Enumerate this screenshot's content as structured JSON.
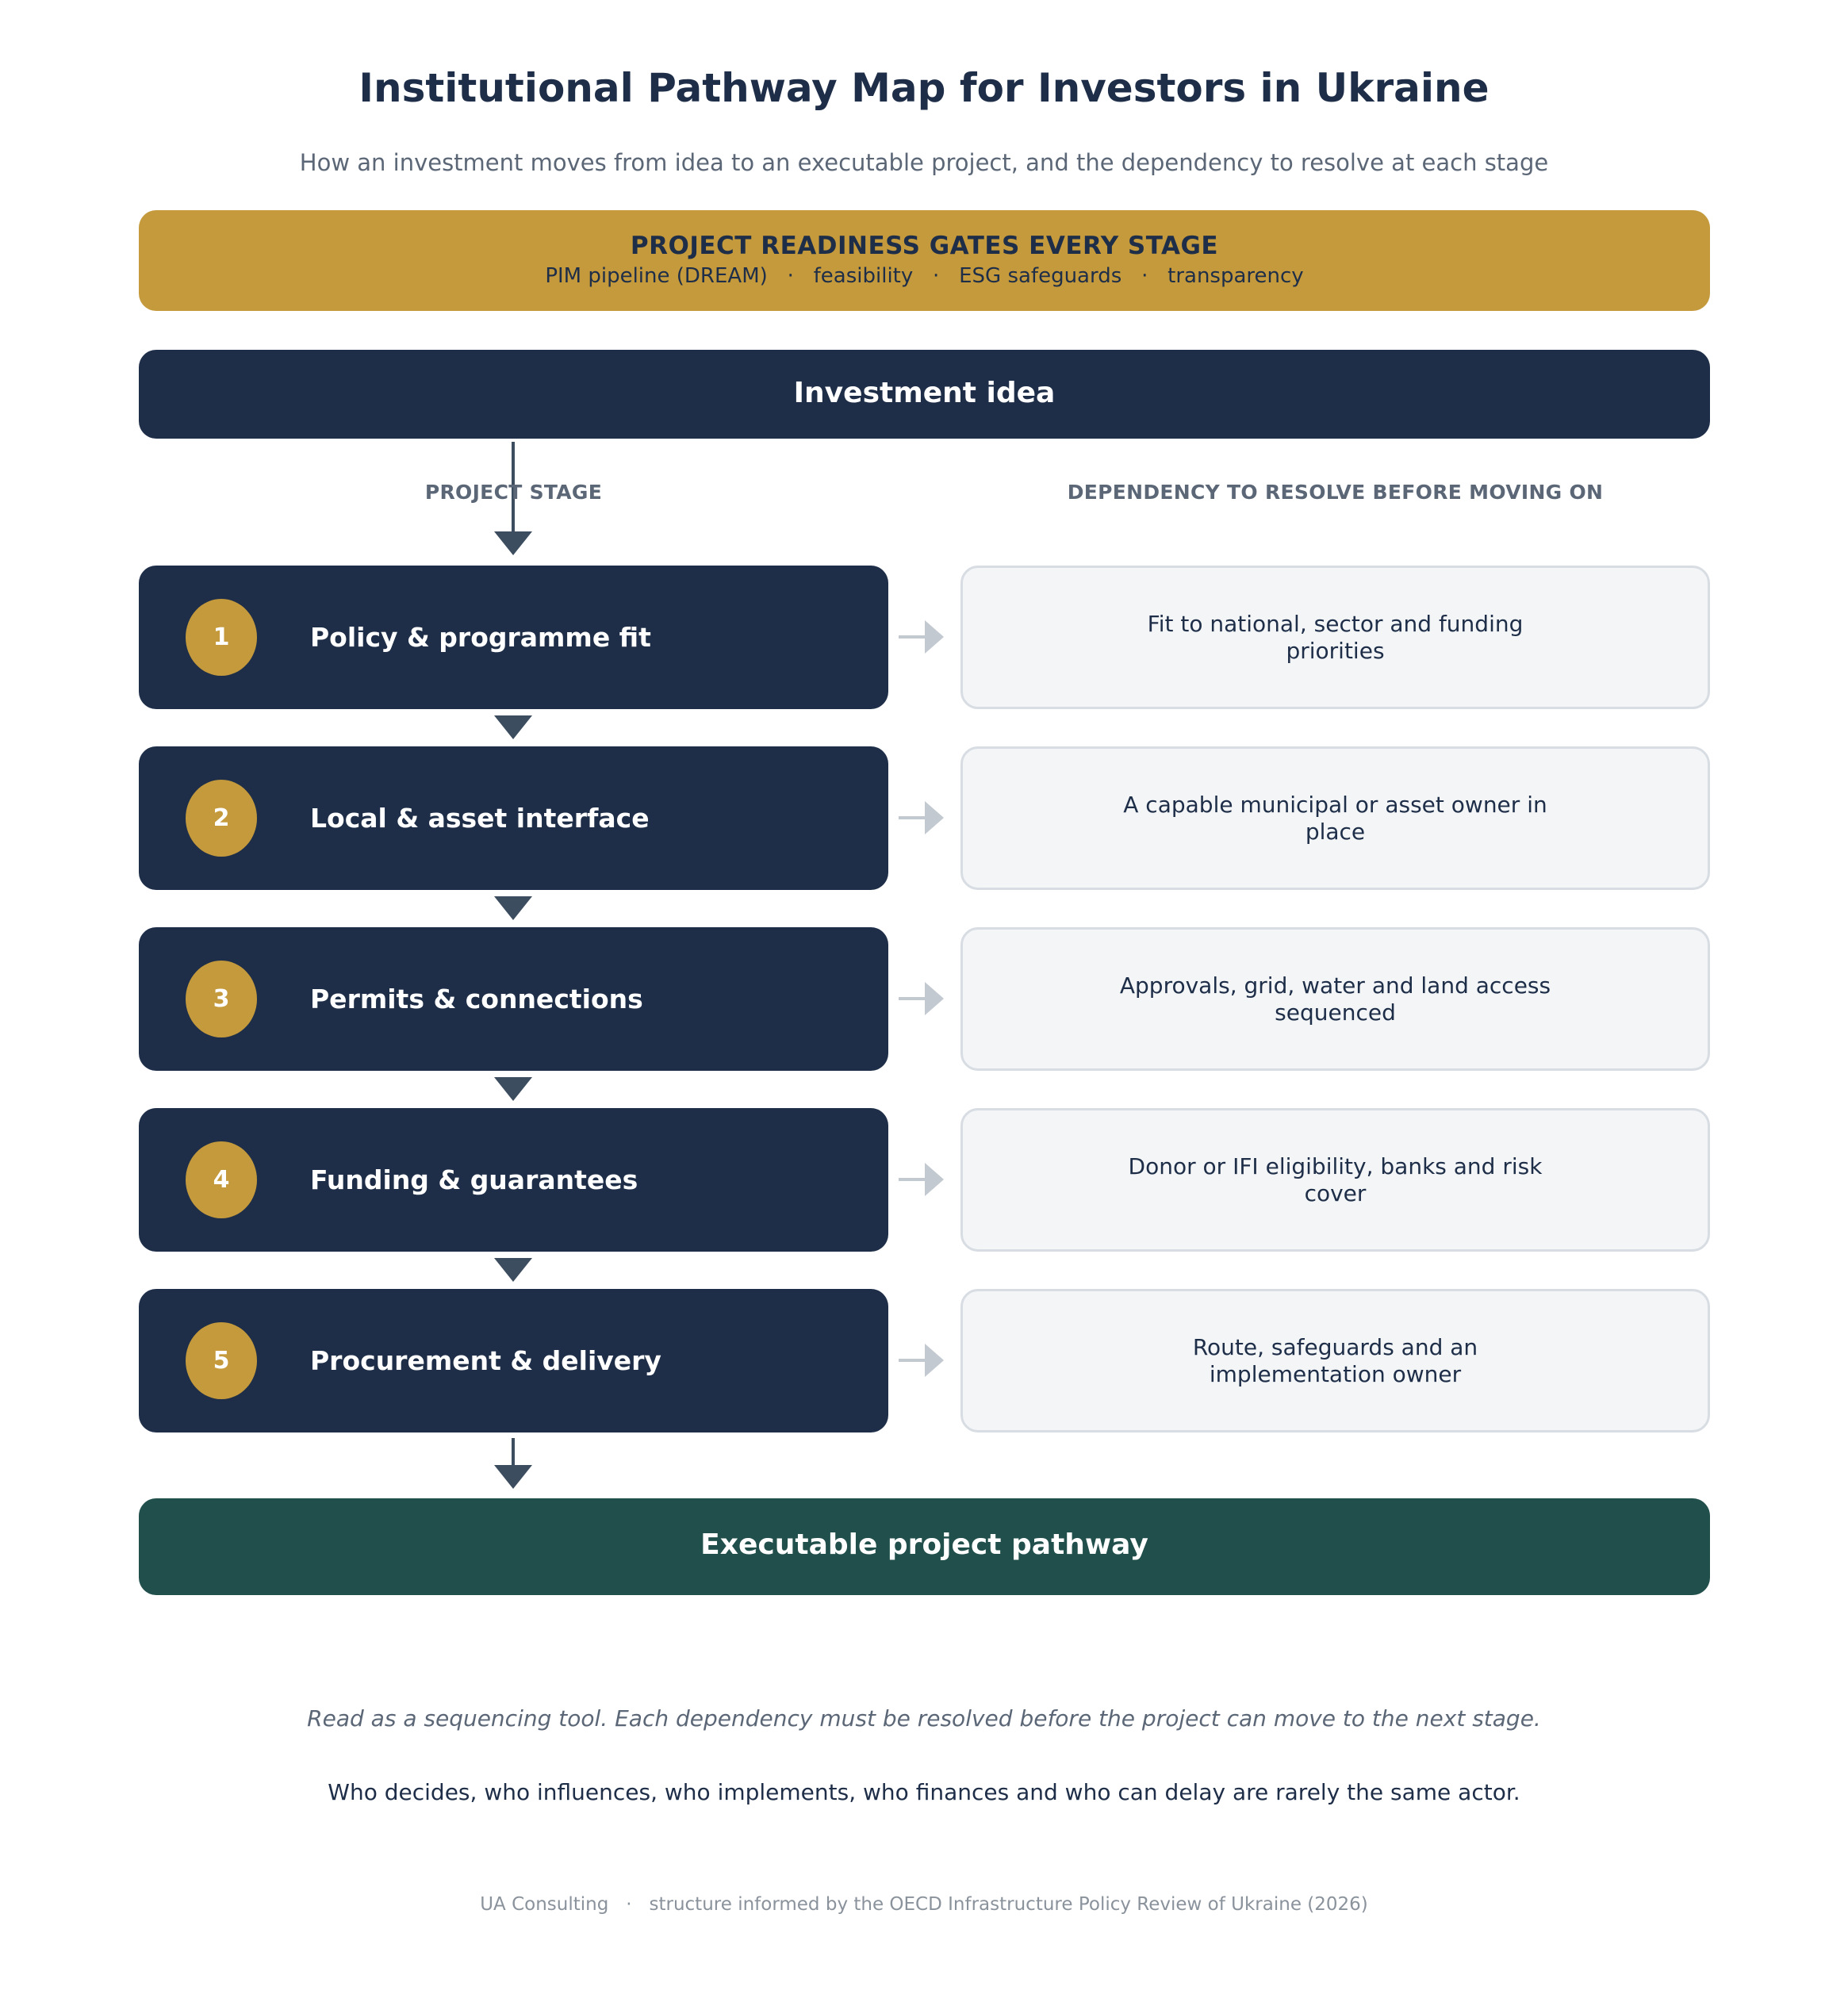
{
  "header": {
    "title": "Institutional Pathway Map for Investors in Ukraine",
    "subtitle": "How an investment moves from idea to an executable project, and the dependency to resolve at each stage"
  },
  "gate": {
    "title": "PROJECT READINESS GATES EVERY STAGE",
    "items": [
      "PIM pipeline (DREAM)",
      "feasibility",
      "ESG safeguards",
      "transparency"
    ],
    "separator": "·"
  },
  "start": {
    "label": "Investment idea"
  },
  "columns": {
    "stage": "PROJECT STAGE",
    "dependency": "DEPENDENCY TO RESOLVE BEFORE MOVING ON"
  },
  "stages": [
    {
      "number": "1",
      "label": "Policy & programme fit",
      "dependency": "Fit to national, sector and funding priorities"
    },
    {
      "number": "2",
      "label": "Local & asset interface",
      "dependency": "A capable municipal or asset owner in place"
    },
    {
      "number": "3",
      "label": "Permits & connections",
      "dependency": "Approvals, grid, water and land access sequenced"
    },
    {
      "number": "4",
      "label": "Funding & guarantees",
      "dependency": "Donor or IFI eligibility, banks and risk cover"
    },
    {
      "number": "5",
      "label": "Procurement & delivery",
      "dependency": "Route, safeguards and an implementation owner"
    }
  ],
  "result": {
    "label": "Executable project pathway"
  },
  "notes": {
    "sequencing": "Read as a sequencing tool. Each dependency must be resolved before the project can move to the next stage.",
    "actors": "Who decides, who influences, who implements, who finances and who can delay are rarely the same actor."
  },
  "footer": {
    "org": "UA Consulting",
    "separator": "·",
    "source": "structure informed by the OECD Infrastructure Policy Review of Ukraine (2026)"
  },
  "colors": {
    "navy": "#1e2e48",
    "gold": "#c49a3c",
    "teal": "#214f4c",
    "arrow": "#3d4d60",
    "side_arrow": "#c3c9d0",
    "dep_bg": "#f3f5f7"
  }
}
